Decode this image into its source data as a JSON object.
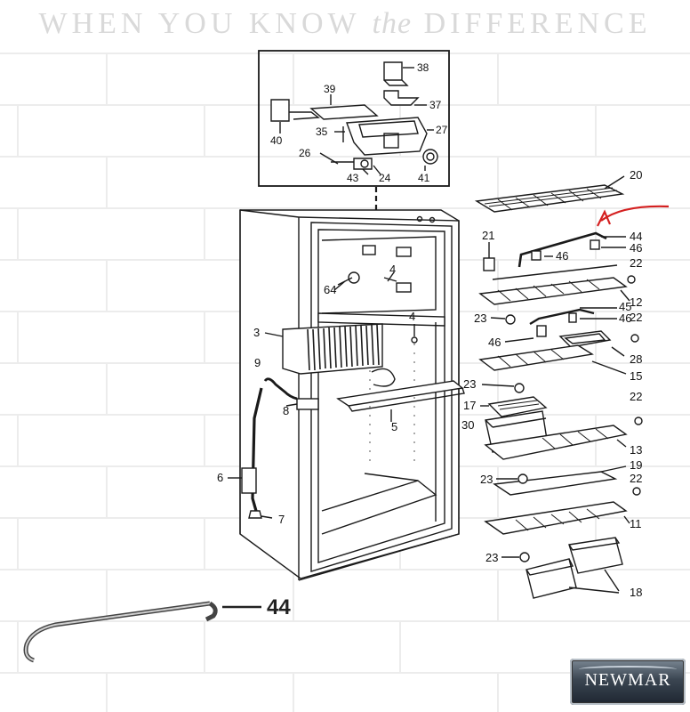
{
  "header": {
    "tagline_left": "WHEN YOU KNOW",
    "tagline_the": "the",
    "tagline_right": "DIFFERENCE"
  },
  "inset_labels": [
    "38",
    "39",
    "37",
    "27",
    "35",
    "40",
    "26",
    "43",
    "24",
    "41"
  ],
  "cabinet_labels": [
    "64",
    "4",
    "4",
    "3",
    "9",
    "8",
    "5",
    "6",
    "7"
  ],
  "shelf_labels": [
    "20",
    "44",
    "46",
    "21",
    "46",
    "22",
    "12",
    "45",
    "46",
    "23",
    "22",
    "46",
    "28",
    "15",
    "23",
    "22",
    "17",
    "30",
    "13",
    "19",
    "22",
    "23",
    "11",
    "23",
    "18"
  ],
  "callout": {
    "part_number": "44"
  },
  "logo": {
    "text": "NEWMAR"
  },
  "colors": {
    "highlight_arrow": "#d42020",
    "line_art": "#1a1a1a",
    "tagline": "#d9d9d9",
    "brick_mortar": "#ececec"
  }
}
